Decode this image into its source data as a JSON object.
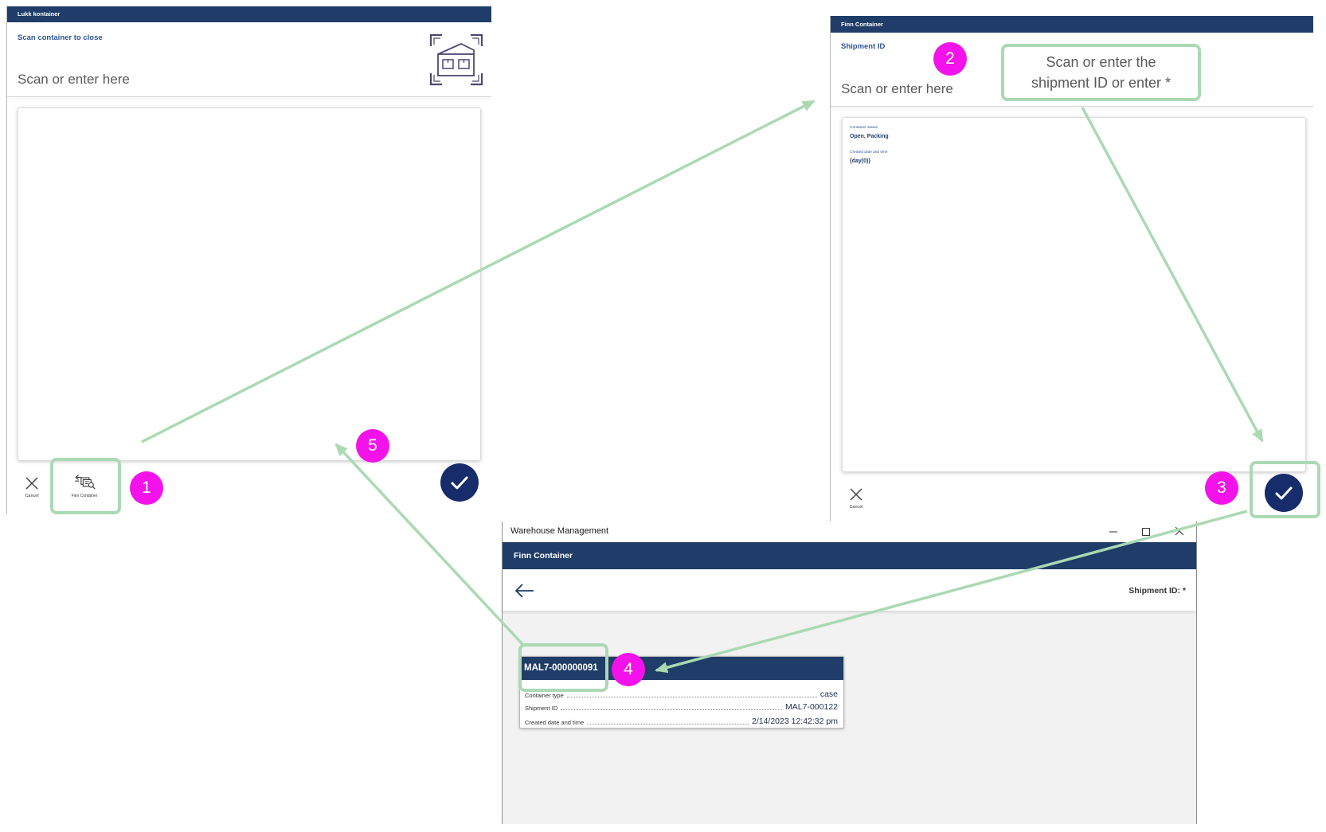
{
  "theme": {
    "header_navy": "#1f3d68",
    "confirm_navy": "#172c6b",
    "prompt_blue": "#2f5496",
    "annotation_green": "#abd9b3",
    "marker_magenta": "#f412ea"
  },
  "close_container_screen": {
    "header_title": "Lukk kontainer",
    "prompt_label": "Scan container to close",
    "input_placeholder": "Scan or enter here",
    "scanner_icon": "container-scan-icon",
    "actions": {
      "cancel_icon": "close-icon",
      "cancel_label": "Cancel",
      "find_icon": "find-container-icon",
      "find_container_label": "Finn Container",
      "confirm_icon": "checkmark-icon"
    }
  },
  "find_container_screen": {
    "header_title": "Finn Container",
    "prompt_label": "Shipment ID",
    "input_placeholder": "Scan or enter here",
    "details": [
      {
        "label": "Container status",
        "value": "Open, Packing"
      },
      {
        "label": "Created date and time",
        "value": "{day(0)}"
      }
    ],
    "actions": {
      "cancel_icon": "close-icon",
      "cancel_label": "Cancel",
      "confirm_icon": "checkmark-icon"
    }
  },
  "results_window": {
    "window_title": "Warehouse Management",
    "window_controls": [
      "minimize-icon",
      "maximize-icon",
      "close-icon"
    ],
    "header_title": "Finn Container",
    "back_icon": "arrow-left-icon",
    "field_label": "Shipment ID: *",
    "result_card": {
      "title": "MAL7-000000091",
      "rows": [
        {
          "label": "Container type",
          "value": "case"
        },
        {
          "label": "Shipment ID",
          "value": "MAL7-000122"
        },
        {
          "label": "Created date and time",
          "value": "2/14/2023 12:42:32 pm"
        }
      ]
    }
  },
  "annotations": {
    "callout_lines": [
      "Scan or enter the",
      "shipment ID or enter *"
    ],
    "markers": [
      "1",
      "2",
      "3",
      "4",
      "5"
    ]
  }
}
